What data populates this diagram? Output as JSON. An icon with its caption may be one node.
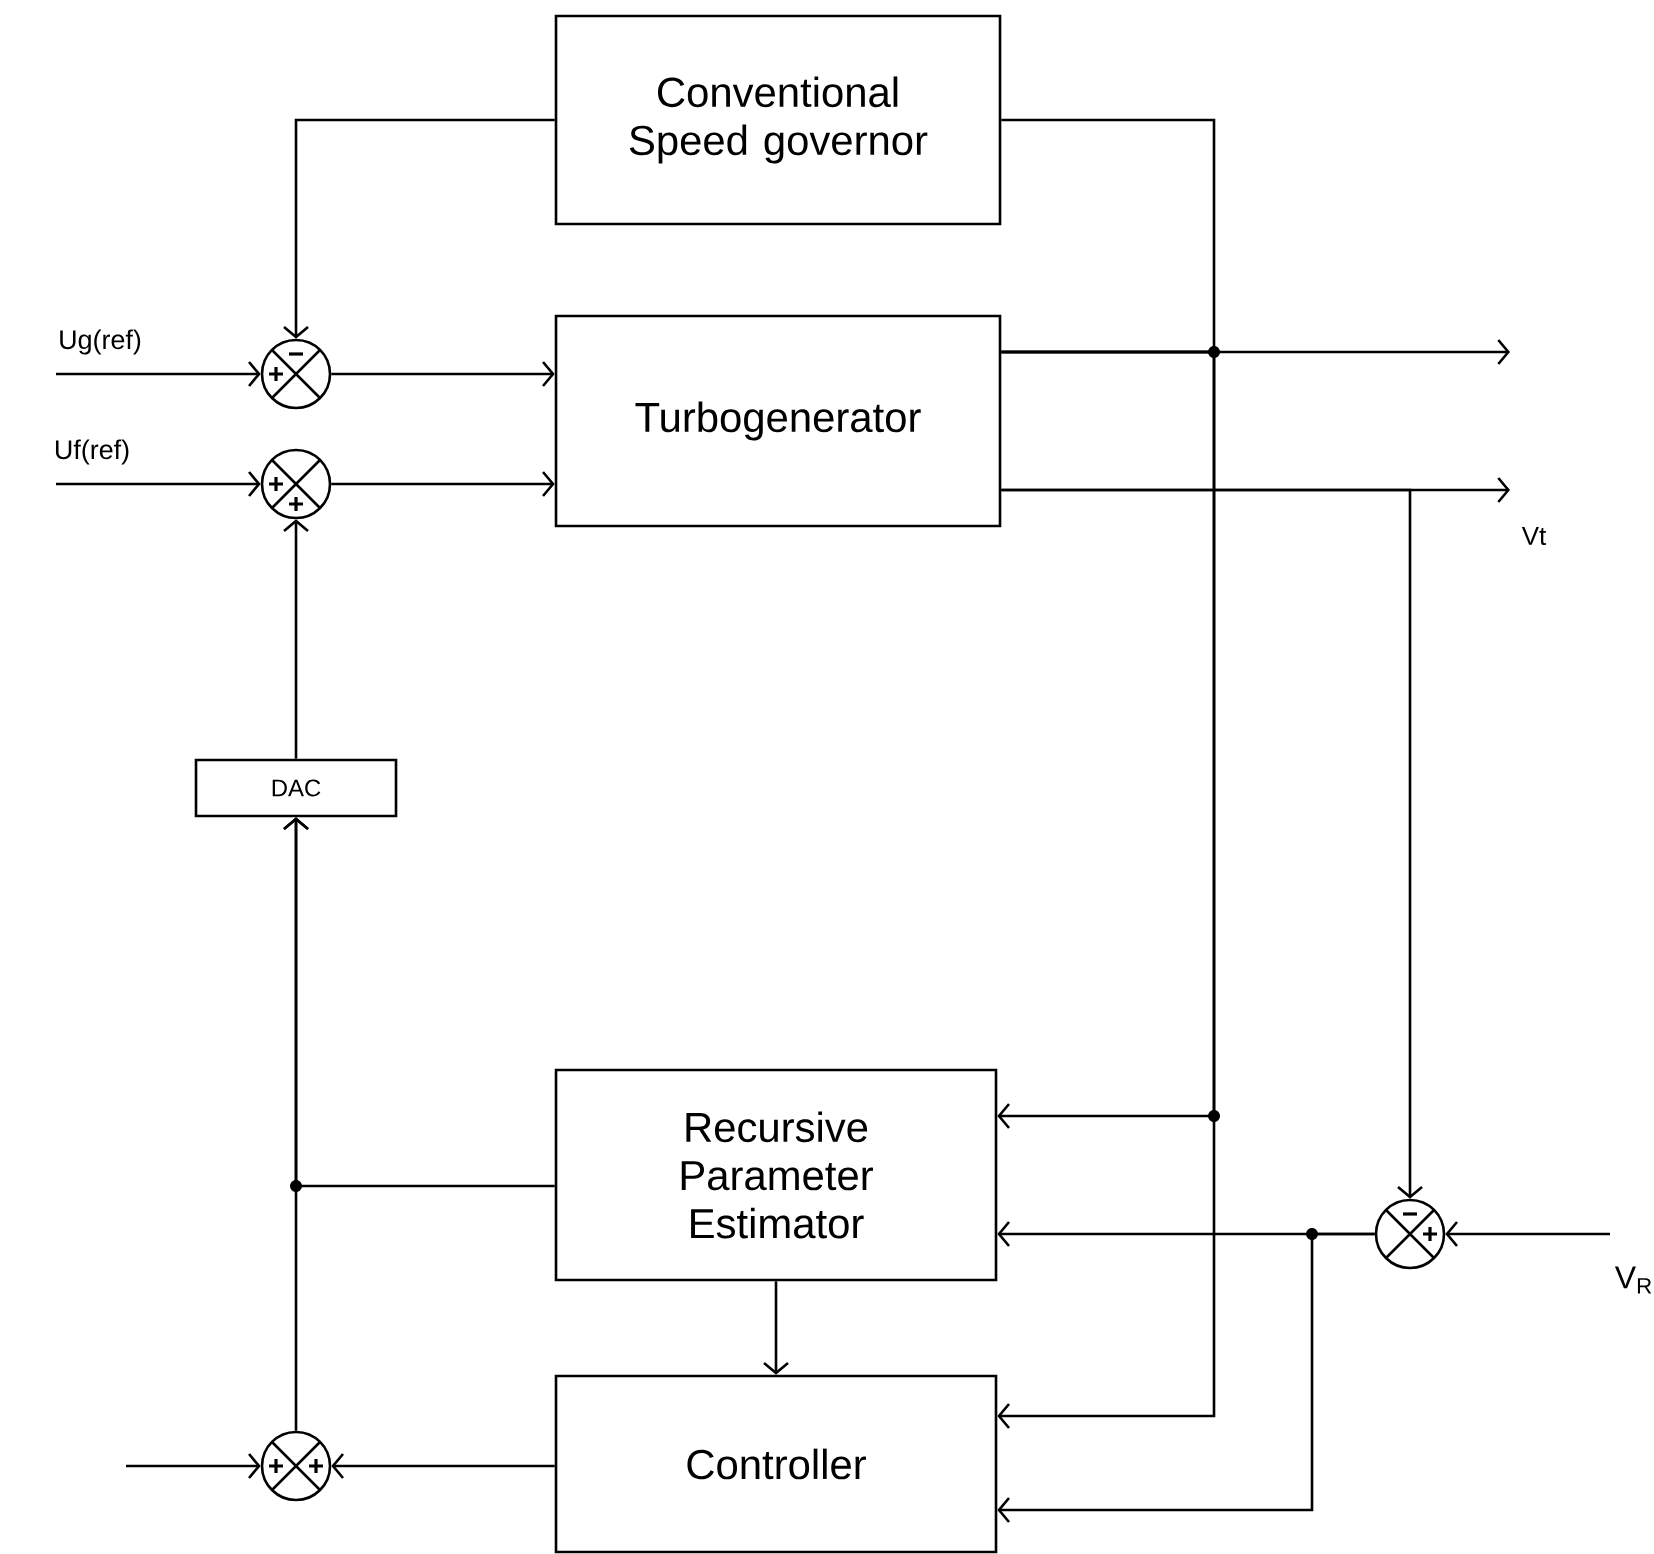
{
  "diagram": {
    "nodes": [
      {
        "text": [
          "Conventional Speed governor"
        ]
      },
      {
        "text": [
          "Turbogenerator"
        ]
      },
      {
        "text": [],
        "shape": "circle"
      },
      {
        "text": [],
        "shape": "circle"
      },
      {
        "text": [
          "DAC"
        ]
      },
      {
        "text": [
          "Recursive Parameter Estimator"
        ]
      },
      {
        "text": [
          "Controller"
        ]
      },
      {
        "text": [],
        "shape": "circle"
      },
      {
        "text": [],
        "shape": "circle"
      }
    ],
    "edges": [
      {
        "from": 0,
        "to": 2,
        "arrow": "to"
      },
      {
        "from": null,
        "to": 2,
        "arrow": "to",
        "label": "Ug(ref)"
      },
      {
        "from": 2,
        "to": 1,
        "arrow": "to"
      },
      {
        "from": null,
        "to": 3,
        "arrow": "to",
        "label": "Uf(ref)"
      },
      {
        "from": 3,
        "to": 1,
        "arrow": "to"
      },
      {
        "from": 4,
        "to": 3,
        "arrow": "to"
      },
      {
        "from": 1,
        "to": null,
        "arrow": "to"
      },
      {
        "from": 1,
        "to": null,
        "arrow": "to",
        "label": "Vt"
      },
      {
        "from": 1,
        "to": 0,
        "arrow": "none"
      },
      {
        "from": 1,
        "to": 5,
        "arrow": "to"
      },
      {
        "from": 1,
        "to": 6,
        "arrow": "to"
      },
      {
        "from": 1,
        "to": 7,
        "arrow": "to"
      },
      {
        "from": null,
        "to": 7,
        "arrow": "to",
        "label": "V$_{R}$"
      },
      {
        "from": 7,
        "to": 5,
        "arrow": "to"
      },
      {
        "from": 7,
        "to": 6,
        "arrow": "to"
      },
      {
        "from": 5,
        "to": 6,
        "arrow": "to"
      },
      {
        "from": 6,
        "to": 8,
        "arrow": "to"
      },
      {
        "from": null,
        "to": 8,
        "arrow": "to"
      },
      {
        "from": 8,
        "to": 4,
        "arrow": "to"
      },
      {
        "from": 5,
        "to": 4,
        "arrow": "to"
      }
    ]
  }
}
